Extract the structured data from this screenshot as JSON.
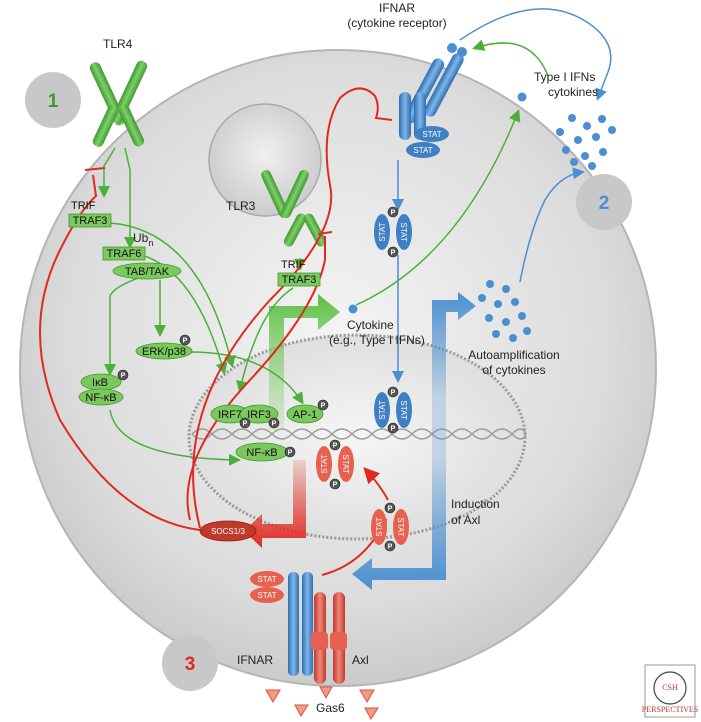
{
  "labels": {
    "tlr4": "TLR4",
    "tlr3": "TLR3",
    "ifnar_top_1": "IFNAR",
    "ifnar_top_2": "(cytokine receptor)",
    "type1_1": "Type I IFNs",
    "type1_2": "cytokines",
    "trif_left": "TRIF",
    "traf3_left": "TRAF3",
    "ubn": "Ub",
    "ubn_sub": "n",
    "traf6": "TRAF6",
    "tab_tak": "TAB/TAK",
    "erk": "ERK/p38",
    "ikb": "IκB",
    "nfkb_cyto": "NF-κB",
    "trif_right": "TRIF",
    "traf3_right": "TRAF3",
    "cytokine_1": "Cytokine",
    "cytokine_2": "(e.g., Type I IFNs)",
    "auto_1": "Autoamplification",
    "auto_2": "of cytokines",
    "irf7": "IRF7",
    "irf3": "IRF3",
    "ap1": "AP-1",
    "nfkb_nuc": "NF-κB",
    "socs": "SOCS1/3",
    "induction_1": "Induction",
    "induction_2": "of Axl",
    "ifnar_bottom": "IFNAR",
    "axl": "Axl",
    "gas6": "Gas6",
    "stat": "STAT",
    "p": "P",
    "num1": "1",
    "num2": "2",
    "num3": "3",
    "logo_1": "CSH",
    "logo_2": "PERSPECTIVES"
  },
  "colors": {
    "green": "#4caf3a",
    "green_dark": "#2f7d22",
    "red": "#e02a20",
    "blue": "#4a8fd0",
    "blue_dark": "#2e6fb3",
    "cell": "#d9d9d9",
    "nucleus": "#e8e8e8"
  }
}
